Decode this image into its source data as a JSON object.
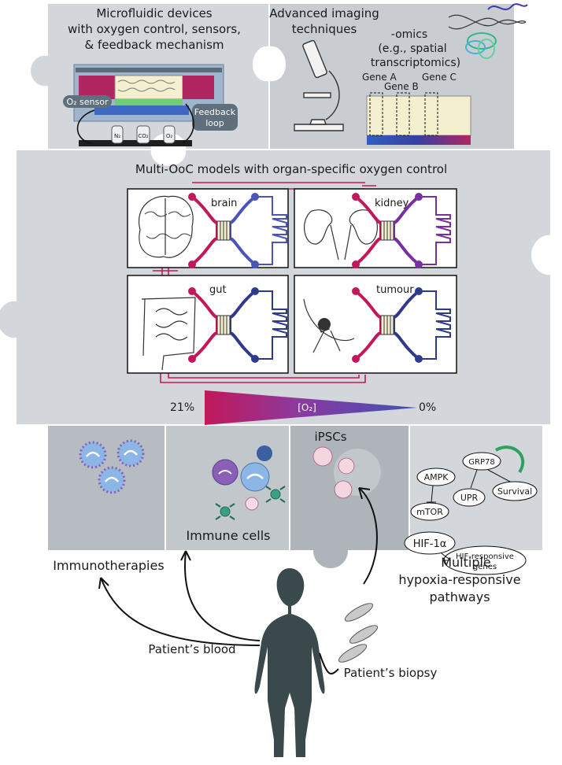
{
  "top_left": {
    "title_line1": "Microfluidic devices",
    "title_line2": "with oxygen control, sensors,",
    "title_line3": "& feedback mechanism",
    "o2_sensor_label": "O₂ sensor",
    "feedback_label_line1": "Feedback",
    "feedback_label_line2": "loop",
    "gas_tanks": [
      "N₂",
      "CO₂",
      "O₂"
    ]
  },
  "top_right": {
    "imaging_line1": "Advanced imaging",
    "imaging_line2": "techniques",
    "omics_line1": "-omics",
    "omics_line2": "(e.g., spatial",
    "omics_line3": "transcriptomics)",
    "genes": [
      "Gene A",
      "Gene B",
      "Gene C"
    ]
  },
  "middle": {
    "title": "Multi-OoC models with organ-specific oxygen control",
    "organs": [
      "brain",
      "kidney",
      "gut",
      "tumour"
    ],
    "gradient_left": "21%",
    "gradient_center": "[O₂]",
    "gradient_right": "0%"
  },
  "bottom": {
    "ipscs": "iPSCs",
    "immune_cells": "Immune cells",
    "immunotherapies": "Immunotherapies",
    "pathways_line1": "Multiple",
    "pathways_line2": "hypoxia-responsive",
    "pathways_line3": "pathways",
    "pathway_nodes": [
      "AMPK",
      "mTOR",
      "GRP78",
      "UPR",
      "Survival",
      "HIF-1α"
    ],
    "hif_target_line1": "HIF-responsive",
    "hif_target_line2": "genes",
    "patient_blood": "Patient’s blood",
    "patient_biopsy": "Patient’s biopsy"
  },
  "colors": {
    "puzzle_light": "#d3d7db",
    "puzzle_mid": "#c2c7cc",
    "puzzle_dark": "#aeb4ba",
    "oxygen_high": "#c2185b",
    "oxygen_low": "#3f51b5",
    "silhouette": "#3a4a4c"
  }
}
